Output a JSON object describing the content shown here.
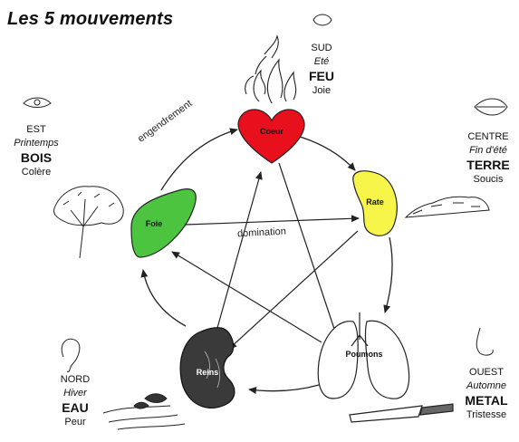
{
  "title": "Les 5 mouvements",
  "elements": [
    {
      "key": "sud",
      "direction": "SUD",
      "season": "Eté",
      "element": "FEU",
      "emotion": "Joie",
      "organ": "Coeur"
    },
    {
      "key": "centre",
      "direction": "CENTRE",
      "season": "Fin d'été",
      "element": "TERRE",
      "emotion": "Soucis",
      "organ": "Rate"
    },
    {
      "key": "ouest",
      "direction": "OUEST",
      "season": "Automne",
      "element": "METAL",
      "emotion": "Tristesse",
      "organ": "Poumons"
    },
    {
      "key": "nord",
      "direction": "NORD",
      "season": "Hiver",
      "element": "EAU",
      "emotion": "Peur",
      "organ": "Reins"
    },
    {
      "key": "est",
      "direction": "EST",
      "season": "Printemps",
      "element": "BOIS",
      "emotion": "Colère",
      "organ": "Foie"
    }
  ],
  "cycle_labels": {
    "generation": "engendrement",
    "control": "domination"
  },
  "colors": {
    "heart": "#e8101c",
    "spleen": "#f7f54a",
    "liver": "#4cc43f",
    "kidneys": "#3a3a3a",
    "lungs": "#ffffff"
  },
  "icons": [
    "mouth-icon",
    "lips-icon",
    "nose-icon",
    "ear-icon",
    "eye-icon",
    "fire-icon",
    "tree-icon",
    "earth-icon",
    "knife-icon",
    "water-icon"
  ]
}
